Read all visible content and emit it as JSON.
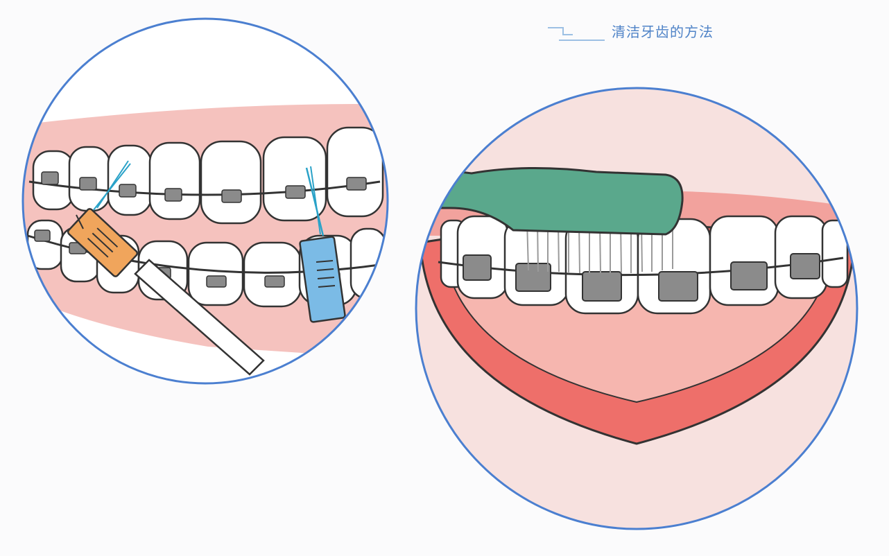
{
  "header": {
    "title": "清洁牙齿的方法"
  },
  "colors": {
    "accent": "#4f83c7",
    "gum": "#f4b3b0",
    "lip": "#ee6f6a",
    "tooth": "#ffffff",
    "bracket": "#8b8b8b",
    "wire": "#3a3a3a",
    "toothbrush": "#5aa88c",
    "interdental_brush_orange": "#f0a55c",
    "interdental_brush_blue": "#7bbbe6",
    "circle_border": "#4b7fd0"
  },
  "scenes": [
    {
      "name": "interdental-brush-scene",
      "icon": "interdental-brush-icon"
    },
    {
      "name": "toothbrush-scene",
      "icon": "toothbrush-icon"
    }
  ]
}
